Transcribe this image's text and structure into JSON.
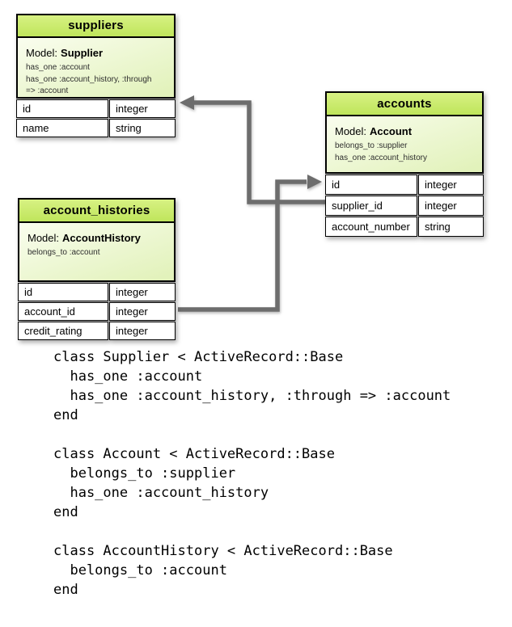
{
  "colors": {
    "connector_gray": "#6d6d6d",
    "header_green_top": "#d7f183",
    "header_green_bottom": "#bfe55b",
    "model_gradient_top": "#fdfff6",
    "model_gradient_bottom": "#e2f2bb",
    "border_black": "#000000"
  },
  "diagram": {
    "tables": [
      {
        "title": "suppliers",
        "model_label": "Model:",
        "model_name": "Supplier",
        "associations": [
          "has_one :account",
          "has_one :account_history, :through",
          "=> :account"
        ],
        "columns": [
          {
            "name": "id",
            "type": "integer"
          },
          {
            "name": "name",
            "type": "string"
          }
        ]
      },
      {
        "title": "accounts",
        "model_label": "Model:",
        "model_name": "Account",
        "associations": [
          "belongs_to :supplier",
          "has_one :account_history"
        ],
        "columns": [
          {
            "name": "id",
            "type": "integer"
          },
          {
            "name": "supplier_id",
            "type": "integer"
          },
          {
            "name": "account_number",
            "type": "string"
          }
        ]
      },
      {
        "title": "account_histories",
        "model_label": "Model:",
        "model_name": "AccountHistory",
        "associations": [
          "belongs_to :account"
        ],
        "columns": [
          {
            "name": "id",
            "type": "integer"
          },
          {
            "name": "account_id",
            "type": "integer"
          },
          {
            "name": "credit_rating",
            "type": "integer"
          }
        ]
      }
    ],
    "connectors": [
      {
        "from": "accounts.supplier_id",
        "to": "suppliers.id"
      },
      {
        "from": "account_histories.account_id",
        "to": "accounts.id"
      }
    ]
  },
  "code": {
    "blocks": [
      {
        "lines": [
          "class Supplier < ActiveRecord::Base",
          "  has_one :account",
          "  has_one :account_history, :through => :account",
          "end"
        ]
      },
      {
        "lines": [
          "class Account < ActiveRecord::Base",
          "  belongs_to :supplier",
          "  has_one :account_history",
          "end"
        ]
      },
      {
        "lines": [
          "class AccountHistory < ActiveRecord::Base",
          "  belongs_to :account",
          "end"
        ]
      }
    ]
  }
}
